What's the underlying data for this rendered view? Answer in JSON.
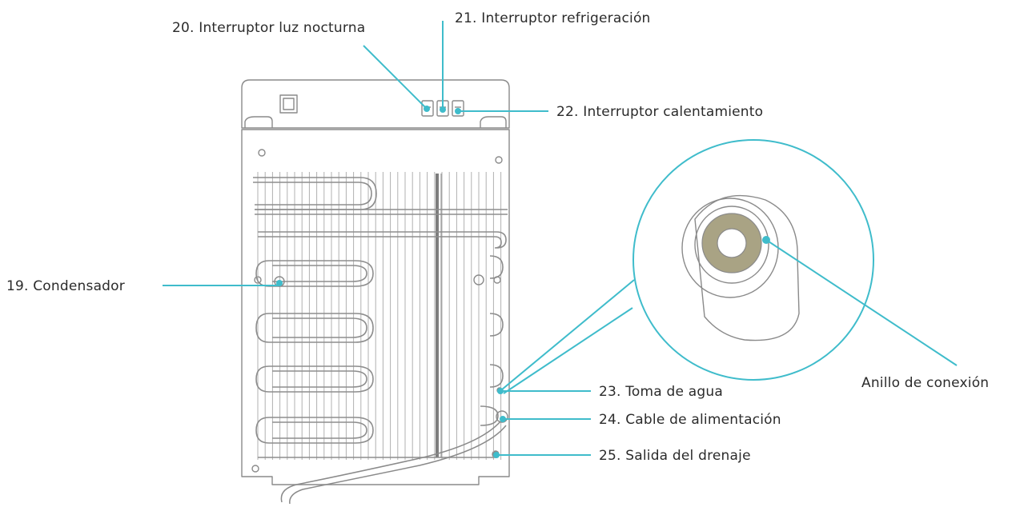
{
  "colors": {
    "leader": "#3fbccb",
    "outline": "#8a8a8a",
    "ring": "#a9a384",
    "text": "#2b2b2b"
  },
  "labels": {
    "l19": "19. Condensador",
    "l20": "20. Interruptor luz nocturna",
    "l21": "21. Interruptor refrigeración",
    "l22": "22. Interruptor calentamiento",
    "l23": "23. Toma de agua",
    "l24": "24. Cable de alimentación",
    "l25": "25. Salida del drenaje",
    "ring": "Anillo de conexión"
  }
}
